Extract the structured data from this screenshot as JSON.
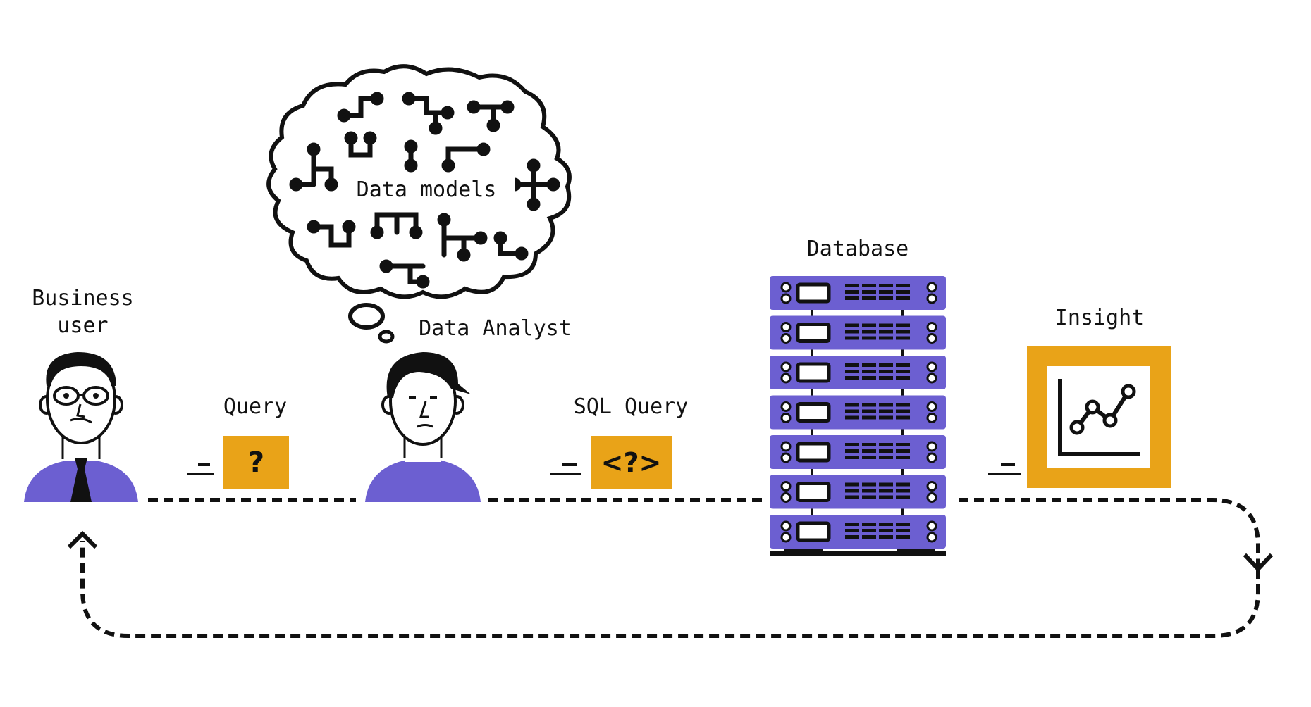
{
  "labels": {
    "business_user": "Business\nuser",
    "query": "Query",
    "data_models": "Data models",
    "data_analyst": "Data Analyst",
    "sql_query": "SQL Query",
    "database": "Database",
    "insight": "Insight"
  },
  "badges": {
    "query_symbol": "?",
    "sql_symbol": "<?>"
  },
  "colors": {
    "purple": "#6c5fd1",
    "orange": "#e9a318",
    "ink": "#111111"
  }
}
